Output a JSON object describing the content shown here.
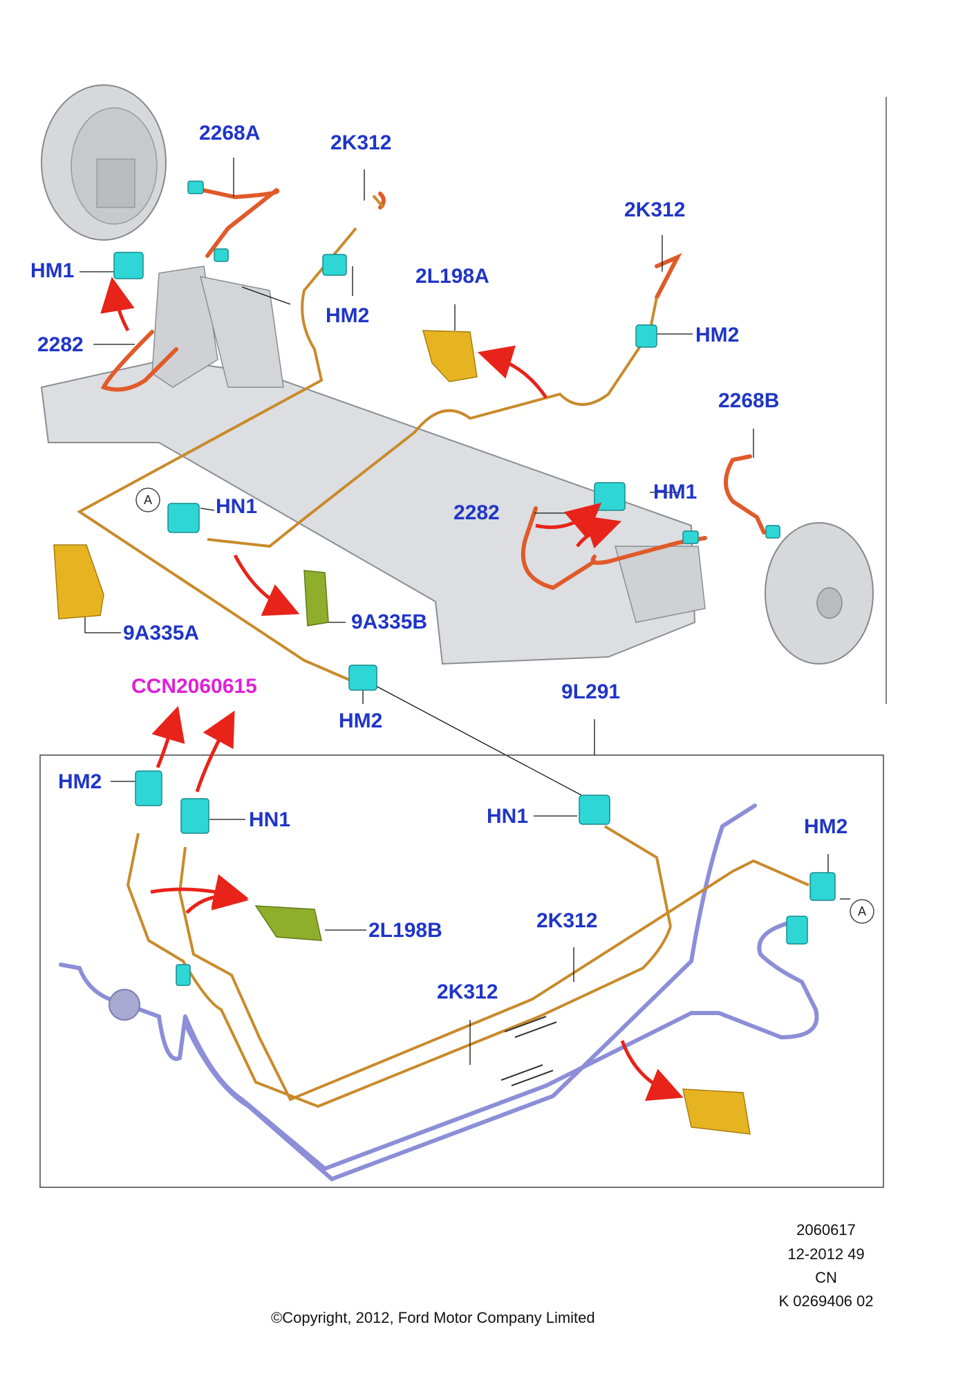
{
  "callouts": {
    "c2268A": "2268A",
    "c2K312_top_left": "2K312",
    "c2K312_top_right": "2K312",
    "cHM1_left": "HM1",
    "cHM2_top": "HM2",
    "c2L198A": "2L198A",
    "cHM2_right": "HM2",
    "c2282_left": "2282",
    "c2268B": "2268B",
    "cHM1_right": "HM1",
    "c2282_right": "2282",
    "cHN1_top": "HN1",
    "c9A335A": "9A335A",
    "c9A335B": "9A335B",
    "cHM2_mid": "HM2",
    "c9L291": "9L291",
    "cHM2_inset_left": "HM2",
    "cHN1_inset_left": "HN1",
    "cHN1_inset_mid": "HN1",
    "cHM2_inset_right": "HM2",
    "c2L198B": "2L198B",
    "c2K312_inset_a": "2K312",
    "c2K312_inset_b": "2K312"
  },
  "reference": "CCN2060615",
  "circle_marker": "A",
  "footer": {
    "code": "2060617",
    "date": "12-2012 49",
    "region": "CN",
    "part_ref": "K 0269406 02",
    "copyright": "©Copyright, 2012, Ford Motor Company Limited"
  },
  "colors": {
    "callout_text": "#1f35c8",
    "reference_text": "#e020d8",
    "brake_hose": "#e05a2a",
    "brake_pipe": "#c98a2a",
    "fuel_pipe": "#8c8ed8",
    "clip_cyan": "#2fd6d6",
    "bracket_yellow": "#e6b420",
    "bracket_green": "#8fae2c",
    "arrow_red": "#e8231a",
    "axle_grey": "#d9dbde"
  }
}
